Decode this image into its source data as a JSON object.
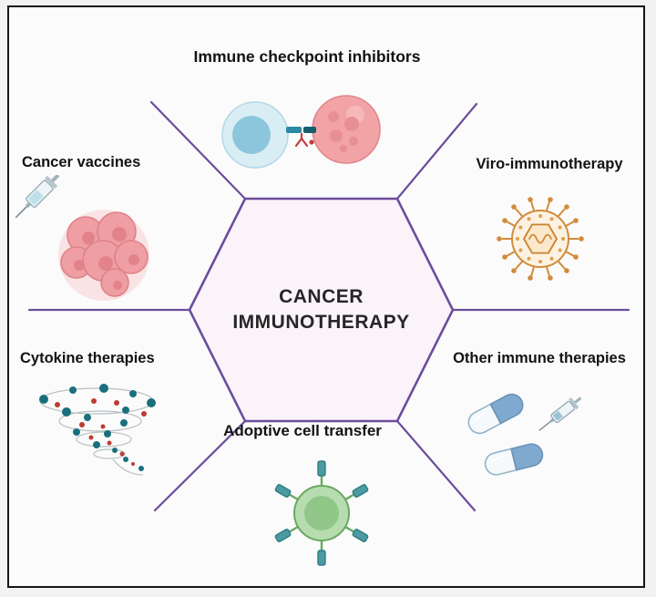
{
  "center": {
    "line1": "CANCER",
    "line2": "IMMUNOTHERAPY"
  },
  "sections": {
    "top": {
      "label": "Immune checkpoint inhibitors",
      "icon": "checkpoint-cells-icon"
    },
    "upper_left": {
      "label": "Cancer vaccines",
      "icon": "vaccine-syringe-tumor-icon"
    },
    "upper_right": {
      "label": "Viro-immunotherapy",
      "icon": "virus-icon"
    },
    "lower_left": {
      "label": "Cytokine therapies",
      "icon": "cytokine-spiral-icon"
    },
    "lower_right": {
      "label": "Other immune therapies",
      "icon": "pills-syringe-icon"
    },
    "bottom": {
      "label": "Adoptive cell transfer",
      "icon": "car-t-cell-icon"
    }
  },
  "colors": {
    "line": "#6b4d9c",
    "hexagon_fill": "#faf3fa",
    "hexagon_border": "#6b4d9c",
    "frame_border": "#161616",
    "background": "#fbfbfb",
    "text": "#131313",
    "virus_orange": "#d28b3c",
    "cell_pink": "#f0a0a4",
    "cell_blue": "#8cc6dc",
    "cell_green": "#b6dcb0",
    "receptor_teal": "#4d9aa0",
    "capsule_blue": "#7fa9ce",
    "dot_teal": "#1b6f7d",
    "dot_red": "#bf3b33"
  }
}
